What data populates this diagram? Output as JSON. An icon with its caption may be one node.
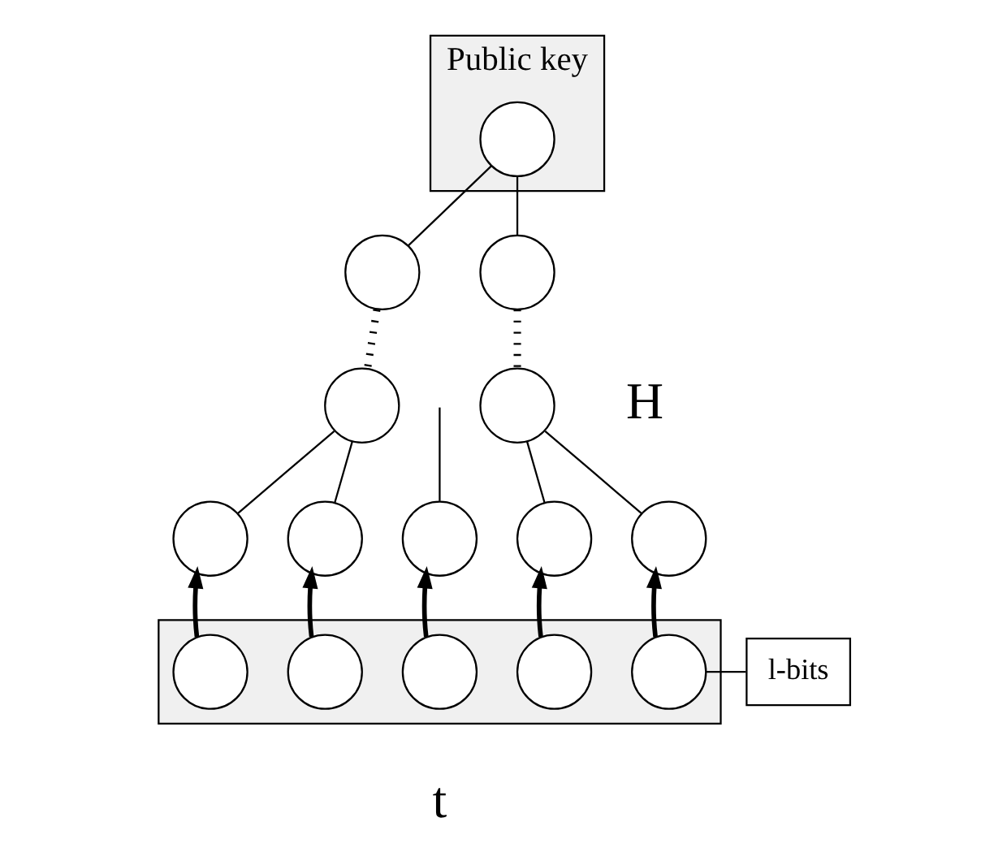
{
  "diagram": {
    "nodes": [
      {
        "text": [
          "Public key"
        ]
      },
      {
        "text": [],
        "shape": "circle",
        "in": 0
      },
      {
        "text": [],
        "shape": "circle"
      },
      {
        "text": [],
        "shape": "circle"
      },
      {
        "text": [],
        "shape": "circle"
      },
      {
        "text": [],
        "shape": "circle"
      },
      {
        "text": [],
        "shape": "circle"
      },
      {
        "text": [],
        "shape": "circle"
      },
      {
        "text": [],
        "shape": "circle"
      },
      {
        "text": [],
        "shape": "circle"
      },
      {
        "text": [],
        "shape": "circle"
      },
      {
        "text": [],
        "shape": "box"
      },
      {
        "text": [],
        "shape": "circle",
        "in": 11
      },
      {
        "text": [],
        "shape": "circle",
        "in": 11
      },
      {
        "text": [],
        "shape": "circle",
        "in": 11
      },
      {
        "text": [],
        "shape": "circle",
        "in": 11
      },
      {
        "text": [],
        "shape": "circle",
        "in": 11
      },
      {
        "text": [
          "l-bits"
        ]
      }
    ],
    "edges": [
      {
        "from": 1,
        "to": 2,
        "arrow": "none"
      },
      {
        "from": 1,
        "to": 3,
        "arrow": "none"
      },
      {
        "from": 2,
        "to": 4,
        "arrow": "none",
        "style": "dashed"
      },
      {
        "from": 3,
        "to": 5,
        "arrow": "none",
        "style": "dashed"
      },
      {
        "from": 4,
        "to": 6,
        "arrow": "none"
      },
      {
        "from": 4,
        "to": 7,
        "arrow": "none"
      },
      {
        "from": null,
        "to": 8,
        "arrow": "none"
      },
      {
        "from": 5,
        "to": 9,
        "arrow": "none"
      },
      {
        "from": 5,
        "to": 10,
        "arrow": "none"
      },
      {
        "from": 12,
        "to": 6,
        "arrow": "to",
        "style": "thick"
      },
      {
        "from": 13,
        "to": 7,
        "arrow": "to",
        "style": "thick"
      },
      {
        "from": 14,
        "to": 8,
        "arrow": "to",
        "style": "thick"
      },
      {
        "from": 15,
        "to": 9,
        "arrow": "to",
        "style": "thick"
      },
      {
        "from": 16,
        "to": 10,
        "arrow": "to",
        "style": "thick"
      },
      {
        "from": 17,
        "to": 16,
        "arrow": "none"
      }
    ],
    "labels": [
      "H",
      "t"
    ]
  }
}
